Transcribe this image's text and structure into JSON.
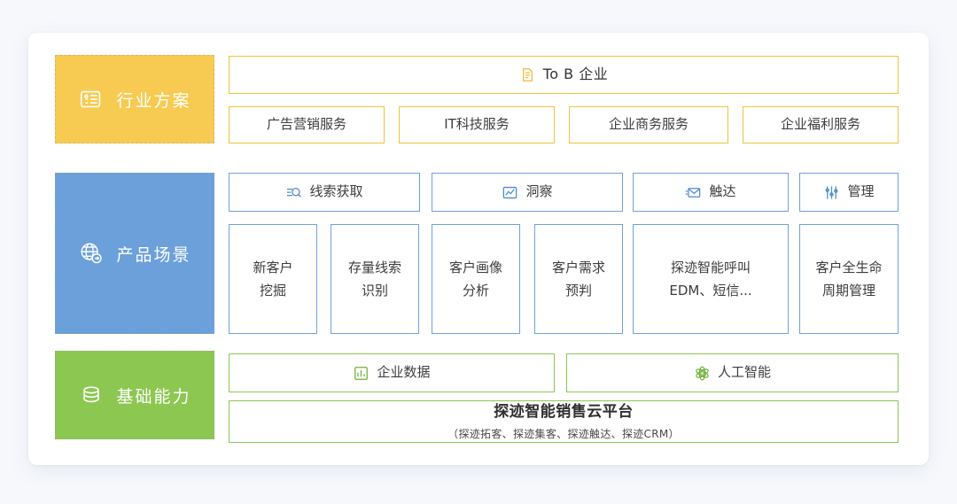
{
  "colors": {
    "industry_block": "#F7CB52",
    "product_block": "#6CA0DA",
    "base_block": "#8CC751",
    "yellow_border": "#F0C43C",
    "blue_border": "#6FA2DC",
    "green_border": "#8CC751",
    "card_bg": "#FFFFFF",
    "page_bg": "#F6F8FC"
  },
  "sections": {
    "industry": {
      "label": "行业方案",
      "icon": "id-card-icon",
      "banner": {
        "label": "To B 企业",
        "icon": "document-icon"
      },
      "items": [
        {
          "label": "广告营销服务"
        },
        {
          "label": "IT科技服务"
        },
        {
          "label": "企业商务服务"
        },
        {
          "label": "企业福利服务"
        }
      ]
    },
    "product": {
      "label": "产品场景",
      "icon": "globe-arrow-icon",
      "headers": [
        {
          "label": "线索获取",
          "icon": "search-list-icon"
        },
        {
          "label": "洞察",
          "icon": "chart-insight-icon"
        },
        {
          "label": "触达",
          "icon": "mail-send-icon"
        },
        {
          "label": "管理",
          "icon": "sliders-icon"
        }
      ],
      "cards": [
        {
          "line1": "新客户",
          "line2": "挖掘"
        },
        {
          "line1": "存量线索",
          "line2": "识别"
        },
        {
          "line1": "客户画像",
          "line2": "分析"
        },
        {
          "line1": "客户需求",
          "line2": "预判"
        },
        {
          "line1": "探迹智能呼叫",
          "line2": "EDM、短信..."
        },
        {
          "line1": "客户全生命",
          "line2": "周期管理"
        }
      ]
    },
    "base": {
      "label": "基础能力",
      "icon": "database-icon",
      "headers": [
        {
          "label": "企业数据",
          "icon": "bar-chart-icon"
        },
        {
          "label": "人工智能",
          "icon": "atom-icon"
        }
      ],
      "platform": {
        "title": "探迹智能销售云平台",
        "subtitle": "（探迹拓客、探迹集客、探迹触达、探迹CRM）"
      }
    }
  }
}
